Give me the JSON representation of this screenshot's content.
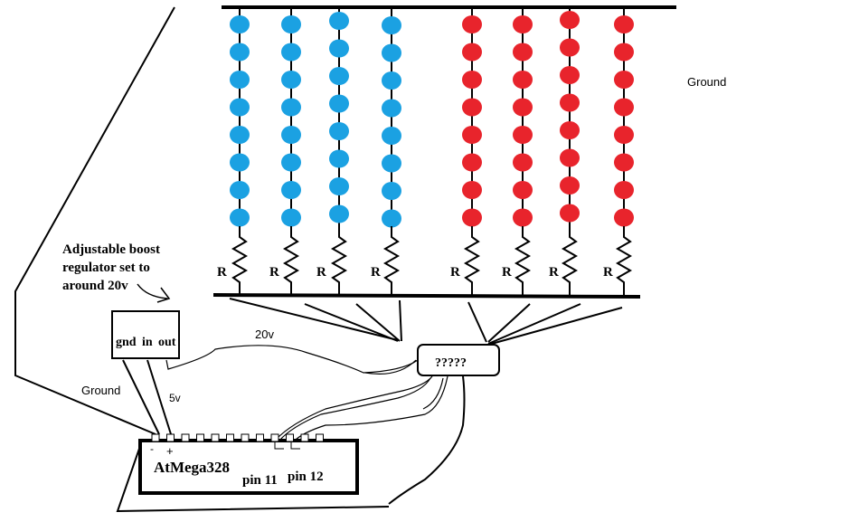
{
  "labels": {
    "ground_top": "Ground",
    "boost_note": [
      "Adjustable boost",
      "regulator set to",
      "around 20v"
    ],
    "reg_pins": [
      "gnd",
      "in",
      "out"
    ],
    "v20": "20v",
    "ground_left": "Ground",
    "v5": "5v",
    "unknown_ic": "?????",
    "mcu": "AtMega328",
    "mcu_minus": "-",
    "mcu_plus": "+",
    "pin11": "pin 11",
    "pin12": "pin 12",
    "resistor": "R"
  },
  "led_strings": [
    {
      "color": "#1ba1e2",
      "count": 8
    },
    {
      "color": "#1ba1e2",
      "count": 8
    },
    {
      "color": "#1ba1e2",
      "count": 8
    },
    {
      "color": "#1ba1e2",
      "count": 8
    },
    {
      "color": "#e8242c",
      "count": 8
    },
    {
      "color": "#e8242c",
      "count": 8
    },
    {
      "color": "#e8242c",
      "count": 8
    },
    {
      "color": "#e8242c",
      "count": 8
    }
  ],
  "mcu_header_pins": 12
}
